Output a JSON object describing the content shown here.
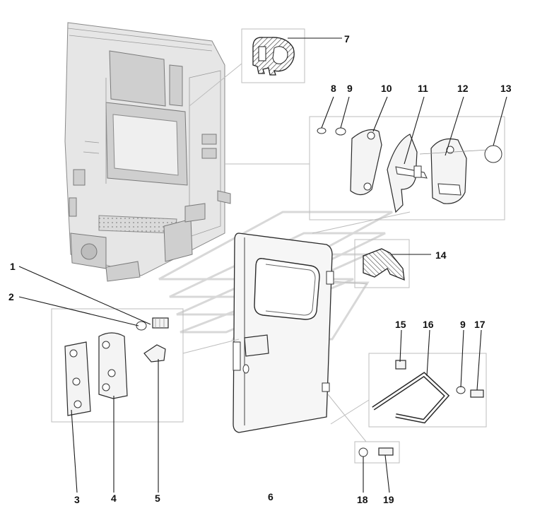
{
  "callouts": [
    "1",
    "2",
    "3",
    "4",
    "5",
    "6",
    "7",
    "8",
    "9",
    "10",
    "11",
    "12",
    "13",
    "14",
    "15",
    "16",
    "9",
    "17",
    "18",
    "19"
  ],
  "colors": {
    "line": "#1a1a1a",
    "box": "#bdbdbd",
    "hatch": "#444444"
  },
  "icons": [
    "seal-profile",
    "door-hinge",
    "lock-bracket",
    "retainer-strap"
  ]
}
